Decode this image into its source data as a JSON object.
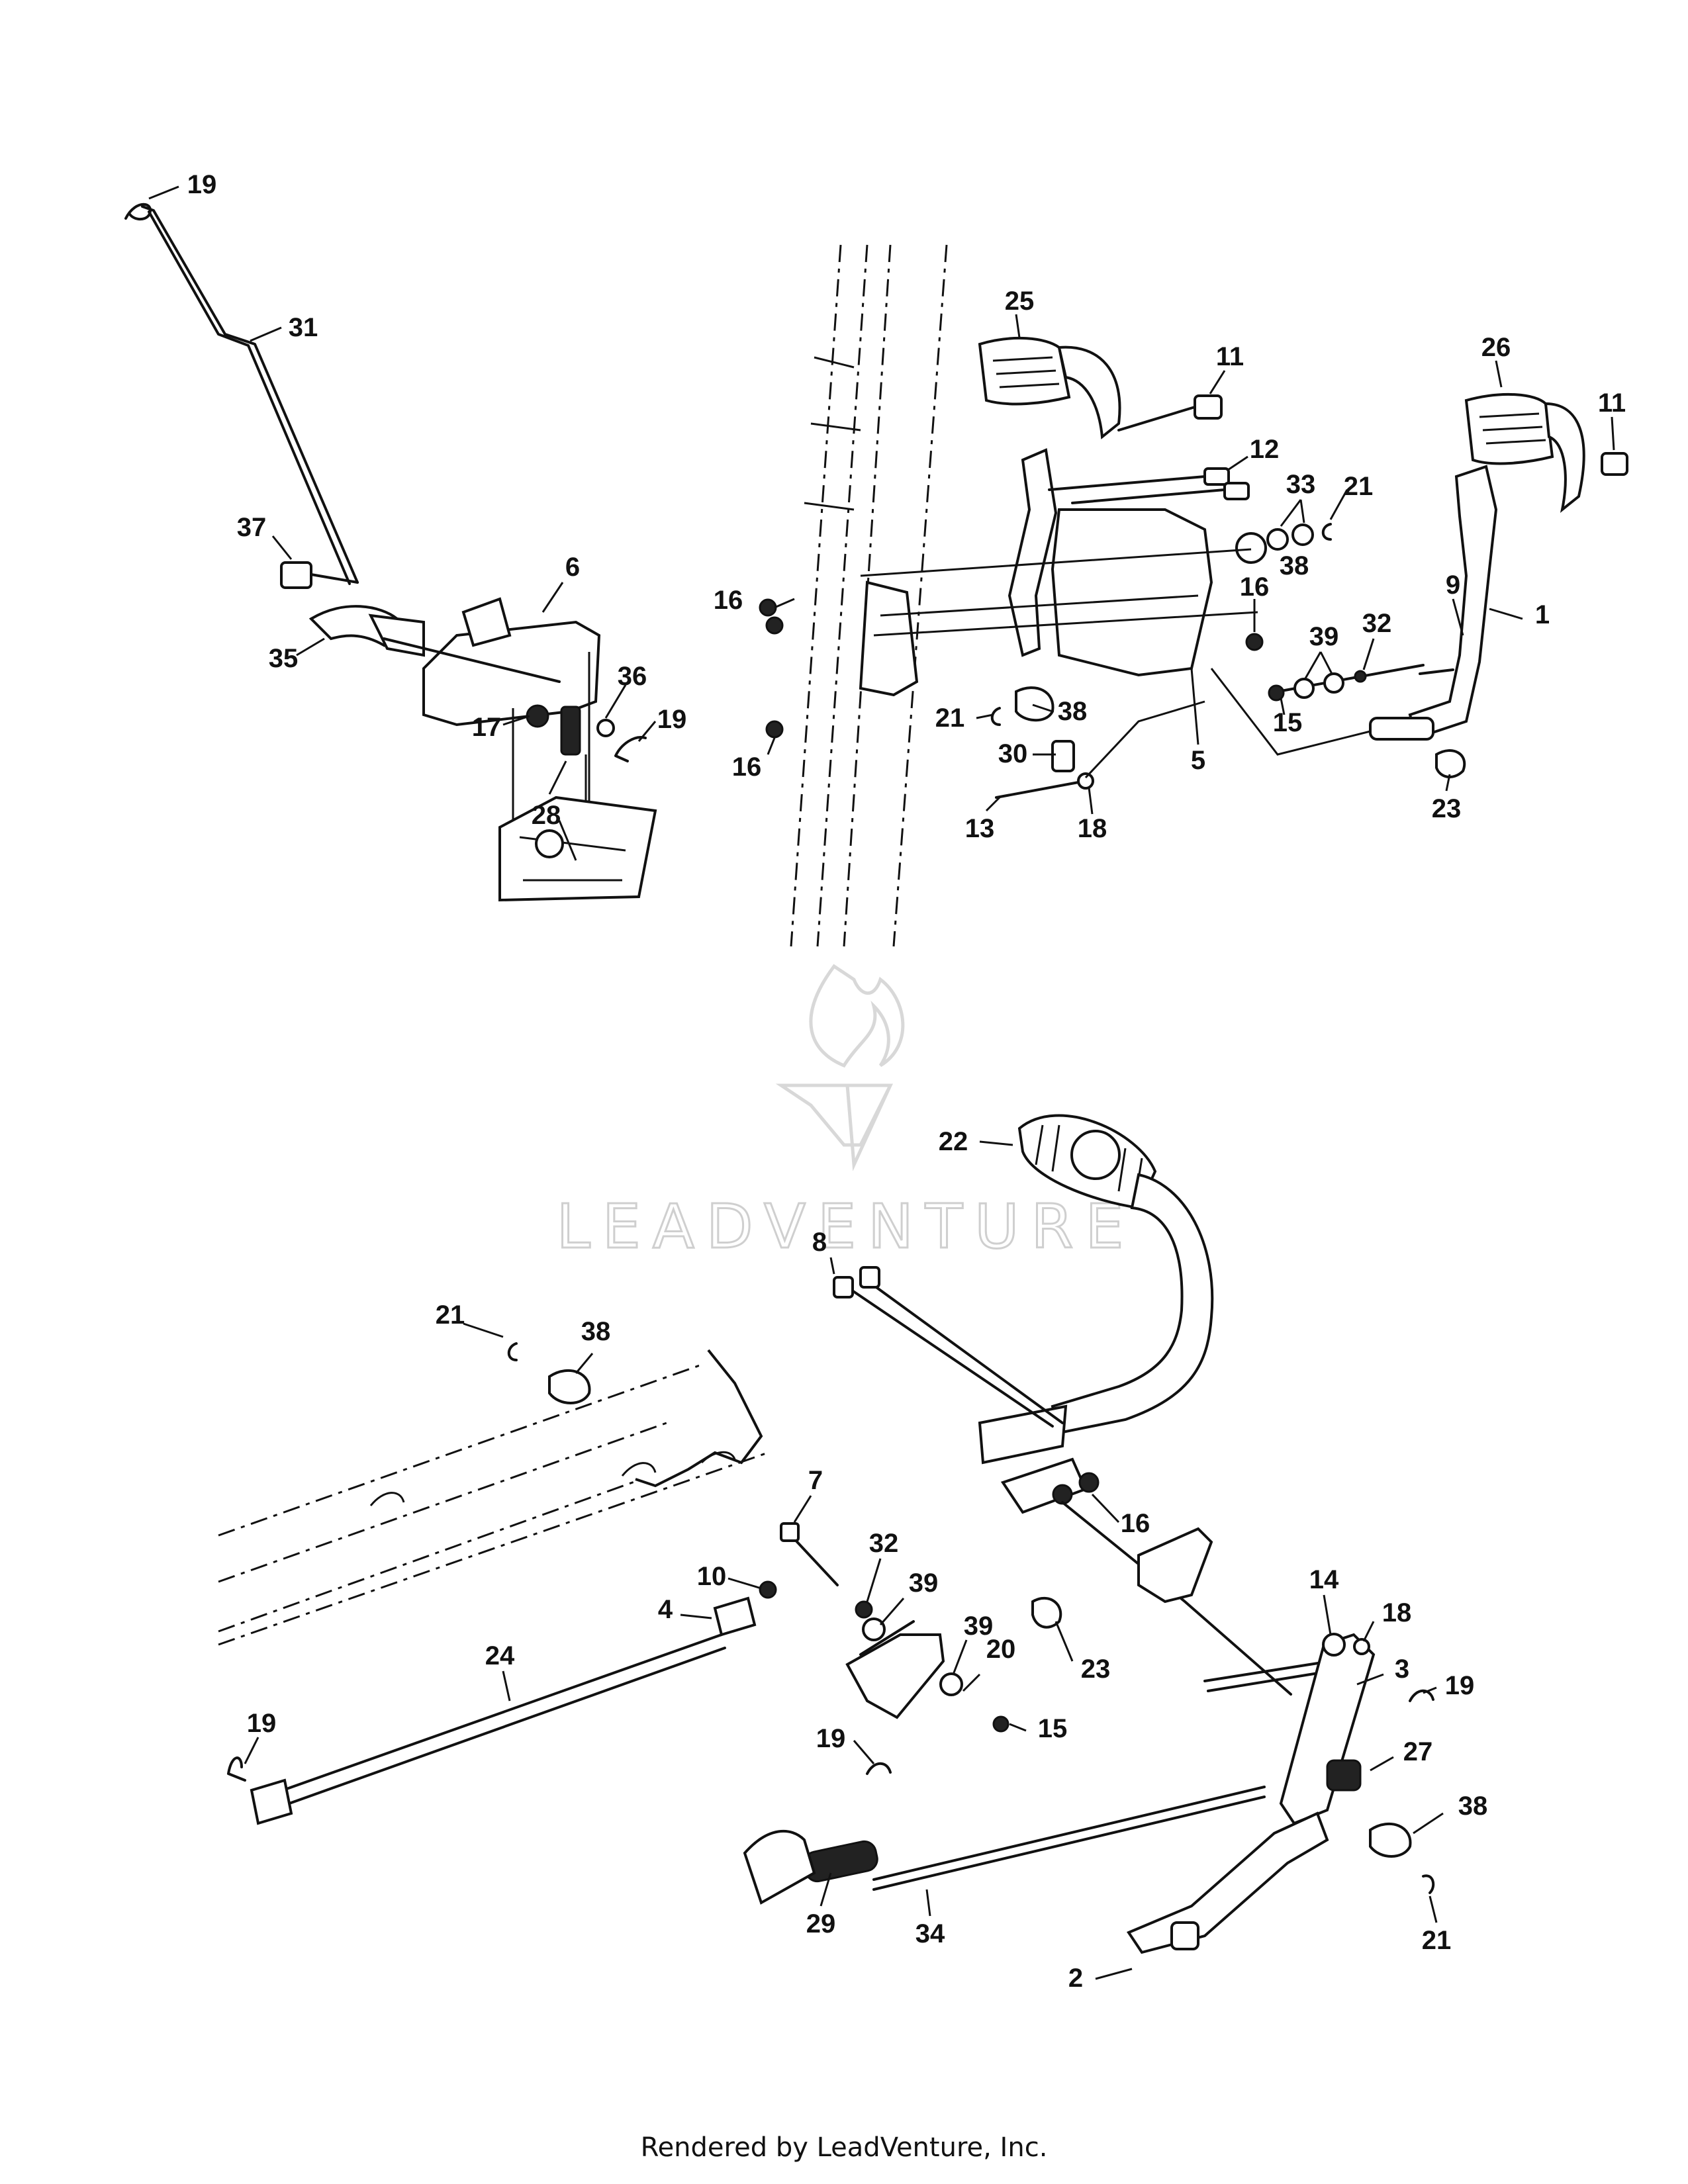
{
  "diagram": {
    "callouts": [
      {
        "id": "c-19a",
        "label": "19"
      },
      {
        "id": "c-31",
        "label": "31"
      },
      {
        "id": "c-37",
        "label": "37"
      },
      {
        "id": "c-35",
        "label": "35"
      },
      {
        "id": "c-6",
        "label": "6"
      },
      {
        "id": "c-36",
        "label": "36"
      },
      {
        "id": "c-17",
        "label": "17"
      },
      {
        "id": "c-19b",
        "label": "19"
      },
      {
        "id": "c-28",
        "label": "28"
      },
      {
        "id": "c-25",
        "label": "25"
      },
      {
        "id": "c-11a",
        "label": "11"
      },
      {
        "id": "c-26",
        "label": "26"
      },
      {
        "id": "c-11b",
        "label": "11"
      },
      {
        "id": "c-12",
        "label": "12"
      },
      {
        "id": "c-33",
        "label": "33"
      },
      {
        "id": "c-21a",
        "label": "21"
      },
      {
        "id": "c-38a",
        "label": "38"
      },
      {
        "id": "c-16a",
        "label": "16"
      },
      {
        "id": "c-16b",
        "label": "16"
      },
      {
        "id": "c-39a",
        "label": "39"
      },
      {
        "id": "c-32a",
        "label": "32"
      },
      {
        "id": "c-9",
        "label": "9"
      },
      {
        "id": "c-1",
        "label": "1"
      },
      {
        "id": "c-21b",
        "label": "21"
      },
      {
        "id": "c-38b",
        "label": "38"
      },
      {
        "id": "c-15a",
        "label": "15"
      },
      {
        "id": "c-5",
        "label": "5"
      },
      {
        "id": "c-30",
        "label": "30"
      },
      {
        "id": "c-16c",
        "label": "16"
      },
      {
        "id": "c-13",
        "label": "13"
      },
      {
        "id": "c-18a",
        "label": "18"
      },
      {
        "id": "c-23a",
        "label": "23"
      },
      {
        "id": "c-22",
        "label": "22"
      },
      {
        "id": "c-8",
        "label": "8"
      },
      {
        "id": "c-21c",
        "label": "21"
      },
      {
        "id": "c-38c",
        "label": "38"
      },
      {
        "id": "c-16d",
        "label": "16"
      },
      {
        "id": "c-7",
        "label": "7"
      },
      {
        "id": "c-32b",
        "label": "32"
      },
      {
        "id": "c-10",
        "label": "10"
      },
      {
        "id": "c-39b",
        "label": "39"
      },
      {
        "id": "c-4",
        "label": "4"
      },
      {
        "id": "c-14",
        "label": "14"
      },
      {
        "id": "c-18b",
        "label": "18"
      },
      {
        "id": "c-39c",
        "label": "39"
      },
      {
        "id": "c-20",
        "label": "20"
      },
      {
        "id": "c-23b",
        "label": "23"
      },
      {
        "id": "c-3",
        "label": "3"
      },
      {
        "id": "c-24",
        "label": "24"
      },
      {
        "id": "c-19c",
        "label": "19"
      },
      {
        "id": "c-15b",
        "label": "15"
      },
      {
        "id": "c-19d",
        "label": "19"
      },
      {
        "id": "c-19e",
        "label": "19"
      },
      {
        "id": "c-27",
        "label": "27"
      },
      {
        "id": "c-38d",
        "label": "38"
      },
      {
        "id": "c-34",
        "label": "34"
      },
      {
        "id": "c-29",
        "label": "29"
      },
      {
        "id": "c-21d",
        "label": "21"
      },
      {
        "id": "c-2",
        "label": "2"
      }
    ]
  },
  "watermark": {
    "text": "LEADVENTURE"
  },
  "footer": {
    "text": "Rendered by LeadVenture, Inc."
  }
}
